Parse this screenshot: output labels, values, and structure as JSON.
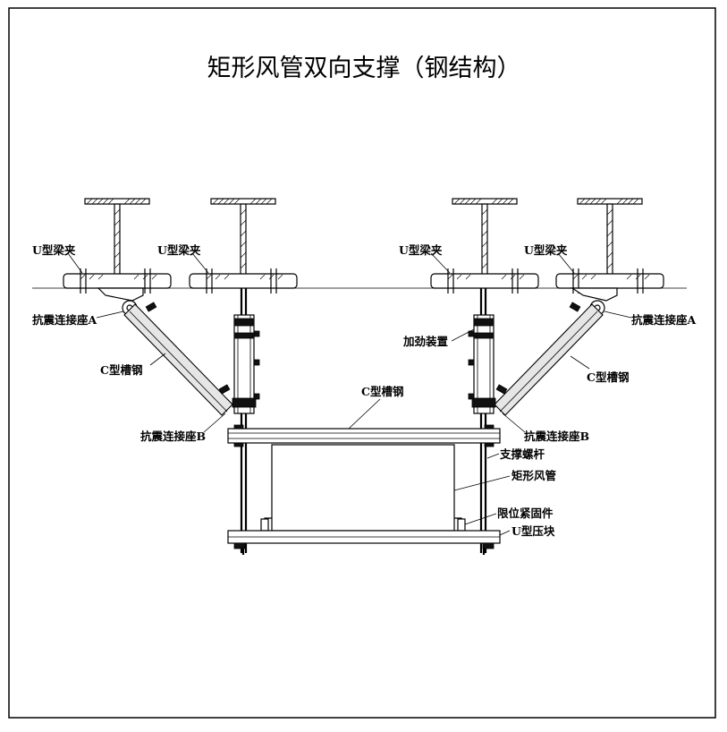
{
  "title": "矩形风管双向支撑（钢结构）",
  "labels": {
    "u_clamp_1": "U型梁夹",
    "u_clamp_2": "U型梁夹",
    "u_clamp_3": "U型梁夹",
    "u_clamp_4": "U型梁夹",
    "seismic_a_left": "抗震连接座A",
    "seismic_a_right": "抗震连接座A",
    "stiffener": "加劲装置",
    "c_channel_left": "C型槽钢",
    "c_channel_right": "C型槽钢",
    "c_channel_top": "C型槽钢",
    "seismic_b_left": "抗震连接座B",
    "seismic_b_right": "抗震连接座B",
    "support_rod": "支撑螺杆",
    "rect_duct": "矩形风管",
    "limit_fastener": "限位紧固件",
    "u_press_block": "U型压块"
  }
}
